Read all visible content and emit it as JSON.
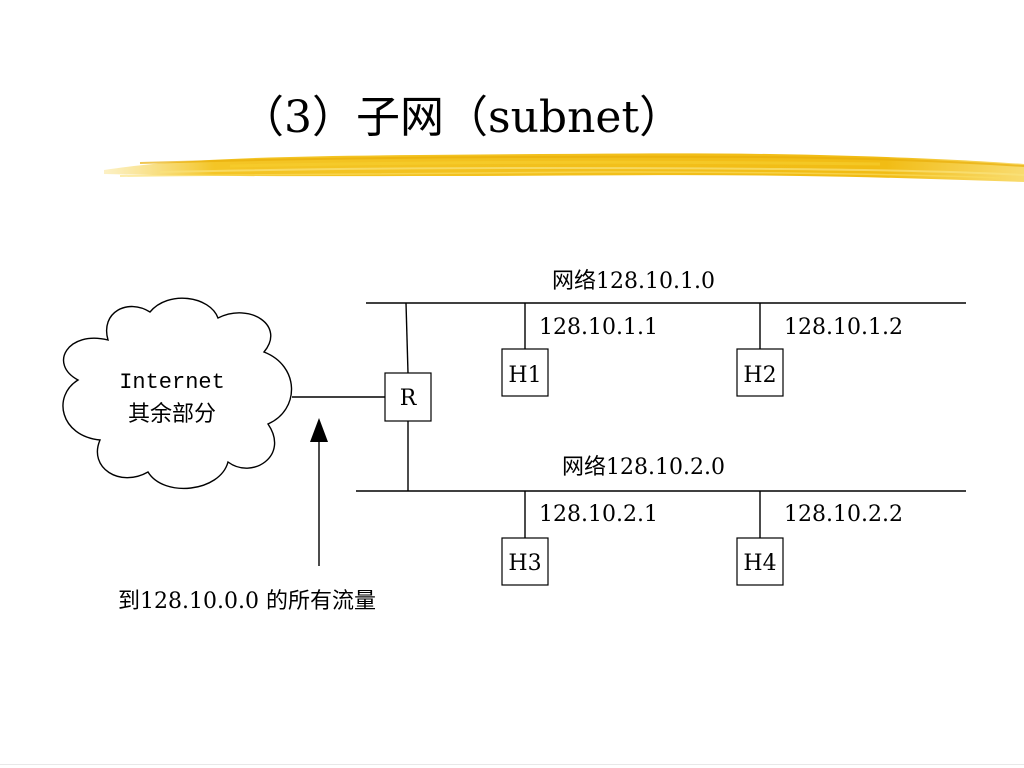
{
  "slide": {
    "title": "（3）子网（subnet）",
    "accent_color": "#f3c21a"
  },
  "diagram": {
    "cloud": {
      "line1": "Internet",
      "line2": "其余部分"
    },
    "router": {
      "label": "R"
    },
    "networks": [
      {
        "label": "网络128.10.1.0",
        "hosts": [
          {
            "name": "H1",
            "address": "128.10.1.1"
          },
          {
            "name": "H2",
            "address": "128.10.1.2"
          }
        ]
      },
      {
        "label": "网络128.10.2.0",
        "hosts": [
          {
            "name": "H3",
            "address": "128.10.2.1"
          },
          {
            "name": "H4",
            "address": "128.10.2.2"
          }
        ]
      }
    ],
    "traffic_caption": "到128.10.0.0 的所有流量"
  }
}
